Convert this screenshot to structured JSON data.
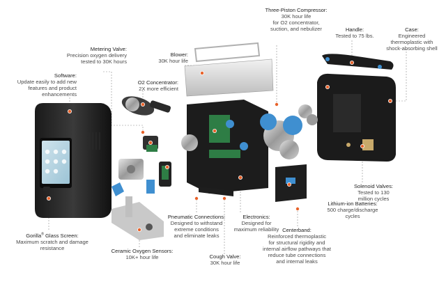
{
  "accent_color": "#e8622a",
  "callouts": {
    "compressor": {
      "title": "Three-Piston Compressor:",
      "desc": "30K hour life\nfor O2 concentrator,\nsuction, and nebulizer"
    },
    "handle": {
      "title": "Handle:",
      "desc": "Tested to 75 lbs."
    },
    "case": {
      "title": "Case:",
      "desc": "Engineered\nthermoplastic with\nshock-absorbing shell"
    },
    "metering": {
      "title": "Metering Valve:",
      "desc": "Precision oxygen delivery\ntested to 30K hours"
    },
    "blower": {
      "title": "Blower:",
      "desc": "30K hour life"
    },
    "software": {
      "title": "Software:",
      "desc": "Update easily to add new\nfeatures and product\nenhancements"
    },
    "o2": {
      "title": "O2 Concentrator:",
      "desc": "2X more efficient"
    },
    "solenoid": {
      "title": "Solenoid Valves:",
      "desc": "Tested to 130\nmillion cycles"
    },
    "battery": {
      "title": "Lithium-ion Batteries:",
      "desc": "500 charge/discharge\ncycles"
    },
    "gorilla": {
      "title": "Gorilla",
      "title_suffix": " Glass Screen:",
      "reg": "®",
      "desc": "Maximum scratch and damage\nresistance"
    },
    "pneumatic": {
      "title": "Pneumatic Connections:",
      "desc": "Designed to withstand\nextreme conditions\nand eliminate leaks"
    },
    "electronics": {
      "title": "Electronics:",
      "desc": "Designed for\nmaximum reliability"
    },
    "centerband": {
      "title": "Centerband:",
      "desc": "Reinforced thermoplastic\nfor structural rigidity and\ninternal airflow pathways that\nreduce tube connections\nand internal leaks"
    },
    "ceramic": {
      "title": "Ceramic Oxygen Sensors:",
      "desc": "10K+ hour life"
    },
    "cough": {
      "title": "Cough Valve:",
      "desc": "30K hour life"
    }
  }
}
